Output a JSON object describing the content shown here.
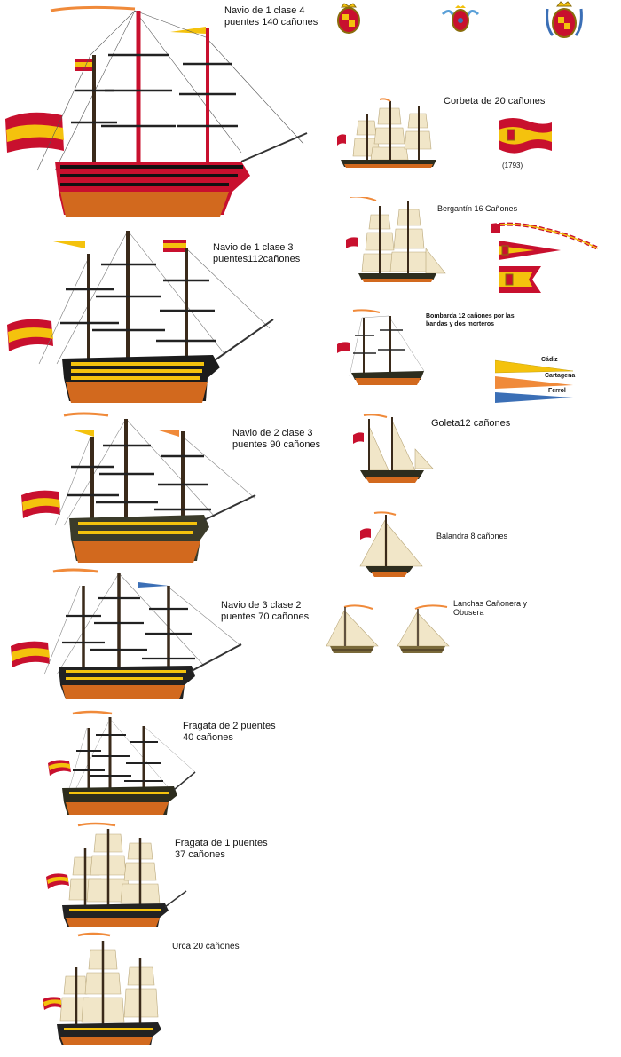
{
  "ships": [
    {
      "id": "navio-1-4",
      "lines": [
        "Navio de 1 clase 4",
        "puentes 140 cañones"
      ]
    },
    {
      "id": "corbeta",
      "lines": [
        "Corbeta de 20 cañones"
      ]
    },
    {
      "id": "bergantin",
      "lines": [
        "Bergantín 16 Cañones"
      ]
    },
    {
      "id": "navio-1-3",
      "lines": [
        "Navio de 1 clase 3",
        "puentes112cañones"
      ]
    },
    {
      "id": "bombarda",
      "lines": [
        "Bombarda 12 cañones por las",
        "bandas y dos morteros"
      ]
    },
    {
      "id": "navio-2-3",
      "lines": [
        "Navio de 2 clase 3",
        "puentes 90 cañones"
      ]
    },
    {
      "id": "goleta",
      "lines": [
        "Goleta12 cañones"
      ]
    },
    {
      "id": "balandra",
      "lines": [
        "Balandra 8 cañones"
      ]
    },
    {
      "id": "navio-3-2",
      "lines": [
        "Navio de 3 clase 2",
        "puentes 70 cañones"
      ]
    },
    {
      "id": "lanchas",
      "lines": [
        "Lanchas Cañonera  y",
        "Obusera"
      ]
    },
    {
      "id": "fragata-2",
      "lines": [
        "Fragata de 2 puentes",
        "40 cañones"
      ]
    },
    {
      "id": "fragata-1",
      "lines": [
        "Fragata de 1 puentes",
        "37  cañones"
      ]
    },
    {
      "id": "urca",
      "lines": [
        "Urca 20 cañones"
      ]
    }
  ],
  "flag_year": "(1793)",
  "pennants": [
    "Cádiz",
    "Cartagena",
    "Ferrol"
  ],
  "colors": {
    "spain_red": "#c8102e",
    "spain_yellow": "#f4c20d",
    "hull_orange": "#d2691e",
    "sail": "#f1e6c8",
    "blue": "#3b6fb6"
  }
}
